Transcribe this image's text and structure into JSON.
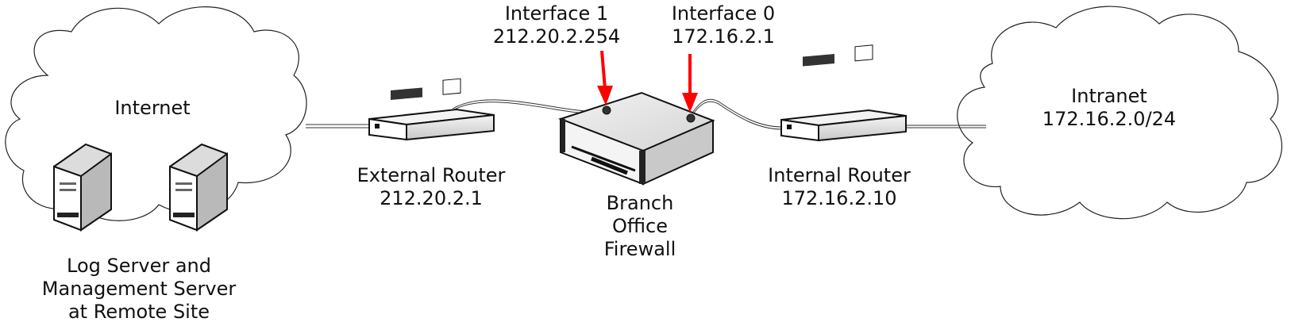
{
  "clouds": {
    "internet": "Internet",
    "intranet": [
      "Intranet",
      "172.16.2.0/24"
    ]
  },
  "devices": {
    "log_server": [
      "Log Server and",
      "Management Server",
      "at Remote Site"
    ],
    "external_router": [
      "External Router",
      "212.20.2.1"
    ],
    "firewall": [
      "Branch",
      "Office",
      "Firewall"
    ],
    "internal_router": [
      "Internal Router",
      "172.16.2.10"
    ]
  },
  "interfaces": {
    "interface1": [
      "Interface 1",
      "212.20.2.254"
    ],
    "interface0": [
      "Interface 0",
      "172.16.2.1"
    ]
  },
  "colors": {
    "arrow": "#ff0000",
    "stroke": "#111111"
  }
}
